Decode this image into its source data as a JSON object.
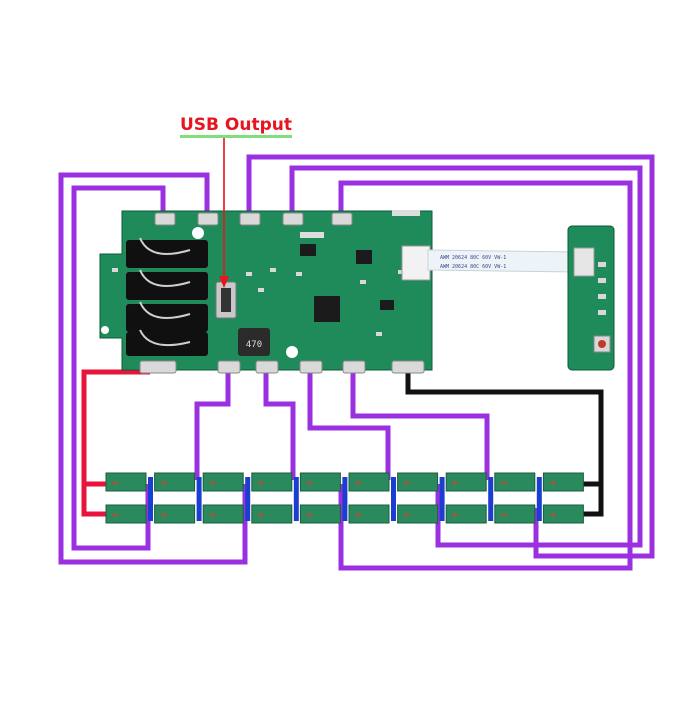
{
  "annotation": {
    "text": "USB Output",
    "text_color": "#e8141e",
    "underline_color": "#7ee07a"
  },
  "board": {
    "inductor_text": "470"
  },
  "ribbon": {
    "line1": "AWM  20624  80C  60V  VW-1",
    "line2": "AWM  20624  80C  60V  VW-1"
  },
  "colors": {
    "pcb": "#1f8a5a",
    "pcb_dark": "#16704a",
    "sense_wire": "#9b30e0",
    "positive_wire": "#e8143c",
    "negative_wire": "#111111",
    "cell_bus": "#1a3fd0",
    "cell": "#2a8a5e"
  },
  "icons": [
    "usb-port-icon",
    "inductor-icon",
    "chip-icon",
    "push-button-icon"
  ]
}
